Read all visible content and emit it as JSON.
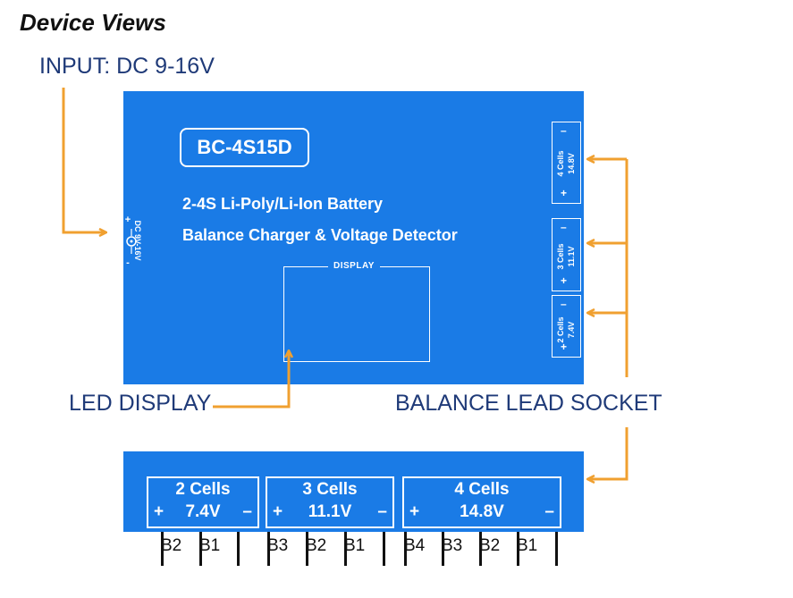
{
  "title": "Device Views",
  "callouts": {
    "input": "INPUT: DC 9-16V",
    "led_display": "LED DISPLAY",
    "balance_socket": "BALANCE LEAD SOCKET"
  },
  "board": {
    "model": "BC-4S15D",
    "line1": "2-4S Li-Poly/Li-Ion Battery",
    "line2": "Balance Charger & Voltage Detector",
    "display_label": "DISPLAY",
    "dc_label": "DC 9V-16V",
    "dc_plus": "+",
    "dc_minus": "-",
    "side_sockets": [
      {
        "cells": "4 Cells",
        "voltage": "14.8V",
        "plus": "+",
        "minus": "–"
      },
      {
        "cells": "3 Cells",
        "voltage": "11.1V",
        "plus": "+",
        "minus": "–"
      },
      {
        "cells": "2 Cells",
        "voltage": "7.4V",
        "plus": "+",
        "minus": "–"
      }
    ]
  },
  "socket_strip": {
    "sockets": [
      {
        "name": "2 Cells",
        "voltage": "7.4V",
        "plus": "+",
        "minus": "–",
        "pins": [
          "B2",
          "B1"
        ]
      },
      {
        "name": "3 Cells",
        "voltage": "11.1V",
        "plus": "+",
        "minus": "–",
        "pins": [
          "B3",
          "B2",
          "B1"
        ]
      },
      {
        "name": "4 Cells",
        "voltage": "14.8V",
        "plus": "+",
        "minus": "–",
        "pins": [
          "B4",
          "B3",
          "B2",
          "B1"
        ]
      }
    ]
  },
  "colors": {
    "board_blue": "#1a7be6",
    "arrow_orange": "#f0a030",
    "callout_navy": "#1f3a78"
  }
}
